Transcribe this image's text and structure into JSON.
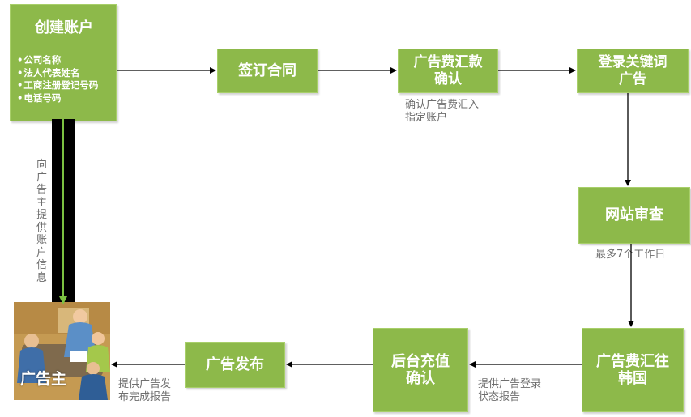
{
  "create_account": {
    "title": "创建账户",
    "items": [
      "公司名称",
      "法人代表姓名",
      "工商注册登记号码",
      "电话号码"
    ]
  },
  "steps": {
    "sign_contract": "签订合同",
    "fee_confirm": "广告费汇款\n确认",
    "login_keywords": "登录关键词\n广告",
    "site_review": "网站审查",
    "remit_korea": "广告费汇往\n韩国",
    "backend_confirm": "后台充值\n确认",
    "ad_publish": "广告发布"
  },
  "notes": {
    "fee_confirm_note": "确认广告费汇入\n指定账户",
    "review_note": "最多7个工作日",
    "login_report_note": "提供广告登录\n状态报告",
    "publish_report_note": "提供广告发\n布完成报告",
    "account_info_note": "向广告主提供账户信息"
  },
  "advertiser_label": "广告主",
  "colors": {
    "box_fill": "#8db94a",
    "arrow": "#000000",
    "vertical_line": "#000000",
    "vertical_inner": "#7cc242"
  }
}
